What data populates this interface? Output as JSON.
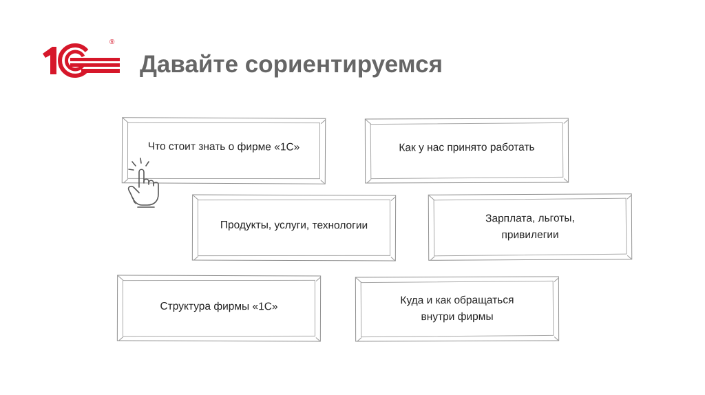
{
  "header": {
    "logo": {
      "icon": "1c-logo-icon",
      "text": "1С",
      "mark": "®",
      "color": "#d6172a"
    },
    "title": "Давайте сориентируемся"
  },
  "cards": [
    {
      "label_lines": [
        "Что стоит знать о фирме «1С»"
      ]
    },
    {
      "label_lines": [
        "Как у нас принято работать"
      ]
    },
    {
      "label_lines": [
        "Продукты, услуги, технологии"
      ]
    },
    {
      "label_lines": [
        "Зарплата, льготы,",
        "привилегии"
      ]
    },
    {
      "label_lines": [
        "Структура фирмы «1С»"
      ]
    },
    {
      "label_lines": [
        "Куда и как обращаться",
        "внутри фирмы"
      ]
    }
  ],
  "pointer": {
    "icon": "hand-pointer-icon"
  },
  "colors": {
    "title": "#666666",
    "border": "#8f8f8f",
    "text": "#222222",
    "brand": "#d6172a"
  }
}
